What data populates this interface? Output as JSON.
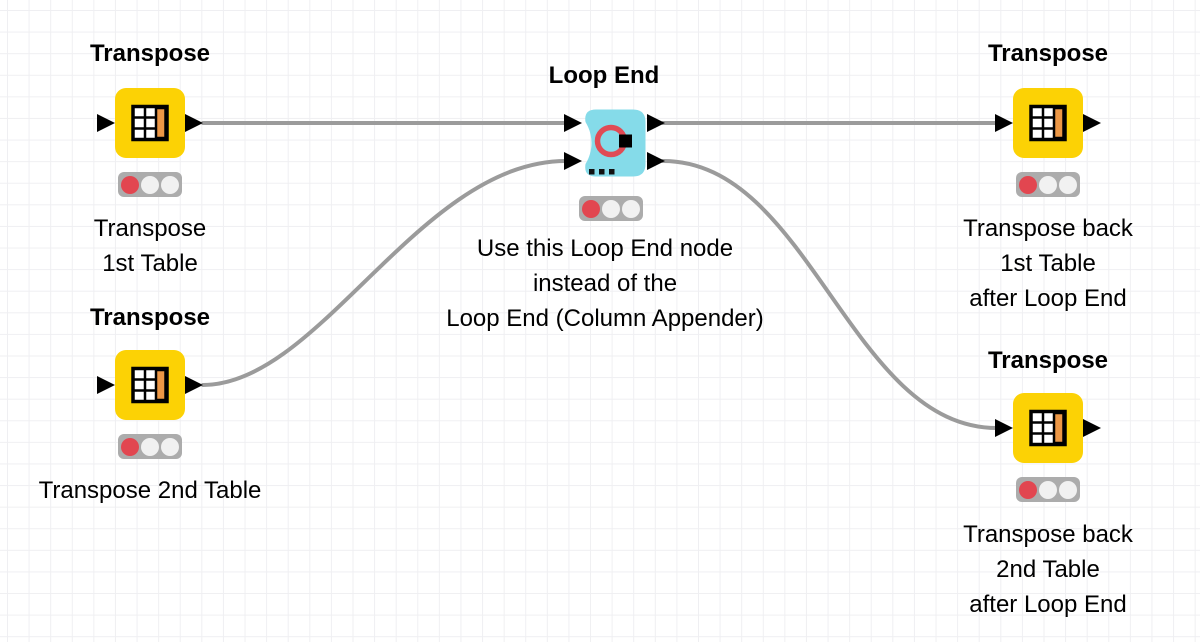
{
  "colors": {
    "node_yellow": "#fcd205",
    "loop_node_cyan": "#85dbe9",
    "loop_icon_red": "#e04b55",
    "icon_orange": "#ec9746",
    "status_on_red": "#e24650",
    "status_off_white": "#f1f1f1",
    "status_bar_gray": "#acacac",
    "wire_gray": "#9b9b9b",
    "grid_line": "#efeff2",
    "text": "#000000"
  },
  "workflow": {
    "nodes": [
      {
        "id": "transpose-1st",
        "title": "Transpose",
        "label": [
          "Transpose",
          "1st Table"
        ],
        "status_light": "red"
      },
      {
        "id": "transpose-2nd",
        "title": "Transpose",
        "label": [
          "Transpose 2nd Table"
        ],
        "status_light": "red"
      },
      {
        "id": "loop-end",
        "title": "Loop End",
        "label": [],
        "status_light": "red"
      },
      {
        "id": "transpose-back-1st",
        "title": "Transpose",
        "label": [
          "Transpose back",
          "1st Table",
          "after Loop End"
        ],
        "status_light": "red"
      },
      {
        "id": "transpose-back-2nd",
        "title": "Transpose",
        "label": [
          "Transpose back",
          "2nd Table",
          "after Loop End"
        ],
        "status_light": "red"
      }
    ],
    "annotation": {
      "lines": [
        "Use this Loop End node",
        "instead of the",
        "Loop End (Column Appender)"
      ]
    }
  }
}
